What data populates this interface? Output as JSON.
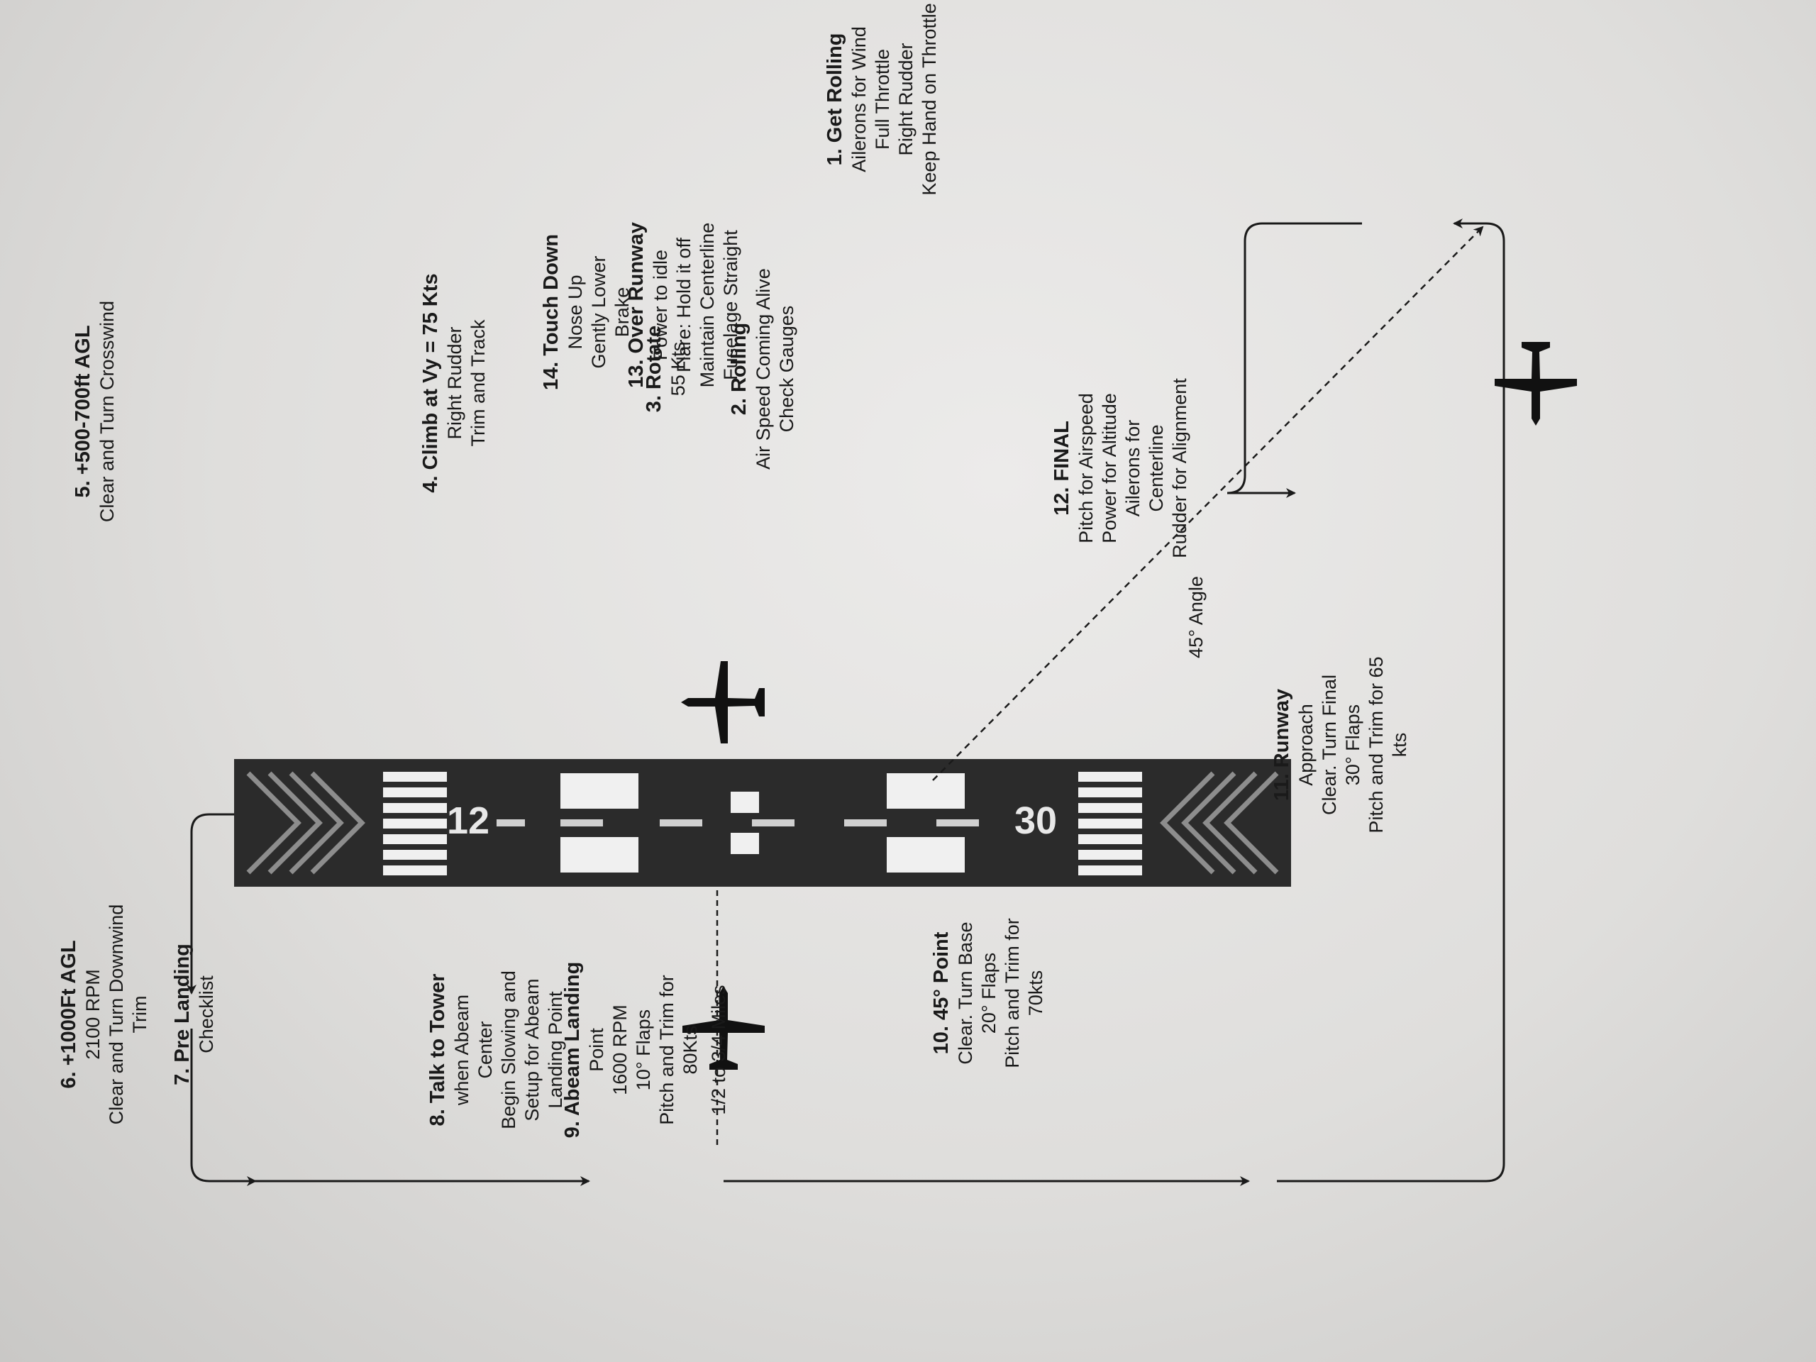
{
  "runway": {
    "number_left": "12",
    "number_right": "30"
  },
  "steps": [
    {
      "id": "s1",
      "title": "1. Get Rolling",
      "lines": [
        "Ailerons for Wind",
        "Full Throttle",
        "Right Rudder",
        "Keep Hand on Throttle"
      ]
    },
    {
      "id": "s2",
      "title": "2. Rolling",
      "lines": [
        "Air Speed Coming Alive",
        "Check Gauges"
      ]
    },
    {
      "id": "s3",
      "title": "3. Rotate",
      "lines": [
        "55 Kts"
      ]
    },
    {
      "id": "s4",
      "title": "4. Climb at Vy = 75 Kts",
      "lines": [
        "Right Rudder",
        "Trim and Track"
      ]
    },
    {
      "id": "s5",
      "title": "5. +500-700ft AGL",
      "lines": [
        "Clear and Turn Crosswind"
      ]
    },
    {
      "id": "s6",
      "title": "6. +1000Ft AGL",
      "lines": [
        "2100 RPM",
        "Clear and Turn Downwind",
        "Trim"
      ]
    },
    {
      "id": "s7",
      "title": "7. Pre Landing",
      "lines": [
        "Checklist"
      ]
    },
    {
      "id": "s8",
      "title": "8. Talk to Tower",
      "lines": [
        "when Abeam",
        "Center",
        "Begin Slowing and",
        "Setup for Abeam",
        "Landing Point"
      ]
    },
    {
      "id": "s9",
      "title": "9. Abeam Landing",
      "lines": [
        "Point",
        "1600 RPM",
        "10° Flaps",
        "Pitch and Trim for",
        "80Kts"
      ]
    },
    {
      "id": "s10",
      "title": "10. 45° Point",
      "lines": [
        "Clear. Turn Base",
        "20° Flaps",
        "Pitch and Trim for",
        "70kts"
      ]
    },
    {
      "id": "s11",
      "title": "11. Runway",
      "lines": [
        "Approach",
        "Clear. Turn Final",
        "30° Flaps",
        "Pitch and Trim for 65",
        "kts"
      ]
    },
    {
      "id": "s12",
      "title": "12. FINAL",
      "lines": [
        "Pitch for Airspeed",
        "Power for Altitude",
        "Ailerons for",
        "Centerline",
        "Rudder for Alignment"
      ]
    },
    {
      "id": "s13",
      "title": "13. Over Runway",
      "lines": [
        "Power to idle",
        "Flare: Hold it off",
        "Maintain Centerline",
        "Fuselage Straight"
      ]
    },
    {
      "id": "s14",
      "title": "14. Touch Down",
      "lines": [
        "Nose Up",
        "Gently Lower",
        "Brake"
      ]
    }
  ],
  "annotations": {
    "distance": "1/2 to 3/4 Miles",
    "angle": "45° Angle"
  },
  "icons": [
    "airplane-icon",
    "arrow-head-icon"
  ],
  "colors": {
    "runway": "#2b2b2b",
    "marking": "#f2f2f2",
    "ink": "#1a1a1a",
    "paper": "#e6e5e3"
  }
}
